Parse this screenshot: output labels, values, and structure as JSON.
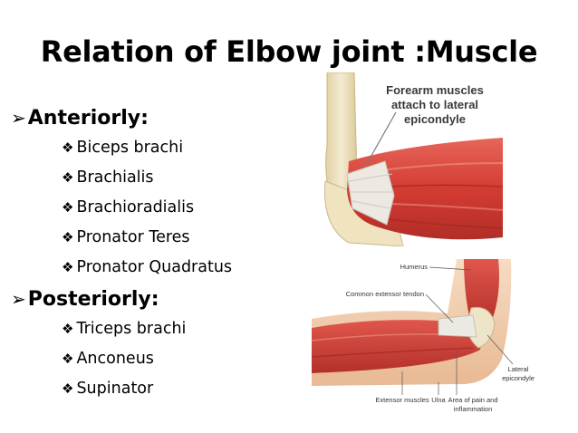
{
  "slide": {
    "title": "Relation of Elbow joint :Muscle",
    "bullet_mark_main": "➢",
    "bullet_mark_sub": "❖",
    "sections": [
      {
        "heading": "Anteriorly:",
        "items": [
          "Biceps brachi",
          "Brachialis",
          "Brachioradialis",
          "Pronator Teres",
          "Pronator  Quadratus"
        ]
      },
      {
        "heading": "Posteriorly:",
        "items": [
          "Triceps brachi",
          "Anconeus",
          "Supinator"
        ]
      }
    ]
  },
  "figure_top": {
    "caption_lines": [
      "Forearm muscles",
      "attach to lateral",
      "epicondyle"
    ]
  },
  "figure_bottom": {
    "labels": {
      "humerus": "Humerus",
      "tendon": "Common extensor tendon",
      "lateral": "Lateral",
      "epicondyle": "epicondyle",
      "extensor": "Extensor muscles",
      "ulna": "Ulna",
      "pain1": "Area of pain and",
      "pain2": "inflammation"
    }
  },
  "colors": {
    "muscle": "#d9453a",
    "muscle_dark": "#a92a25",
    "tendon": "#e9e6df",
    "bone": "#efe4c3",
    "skin": "#f2cfb0",
    "caption": "#3a3a3a"
  }
}
